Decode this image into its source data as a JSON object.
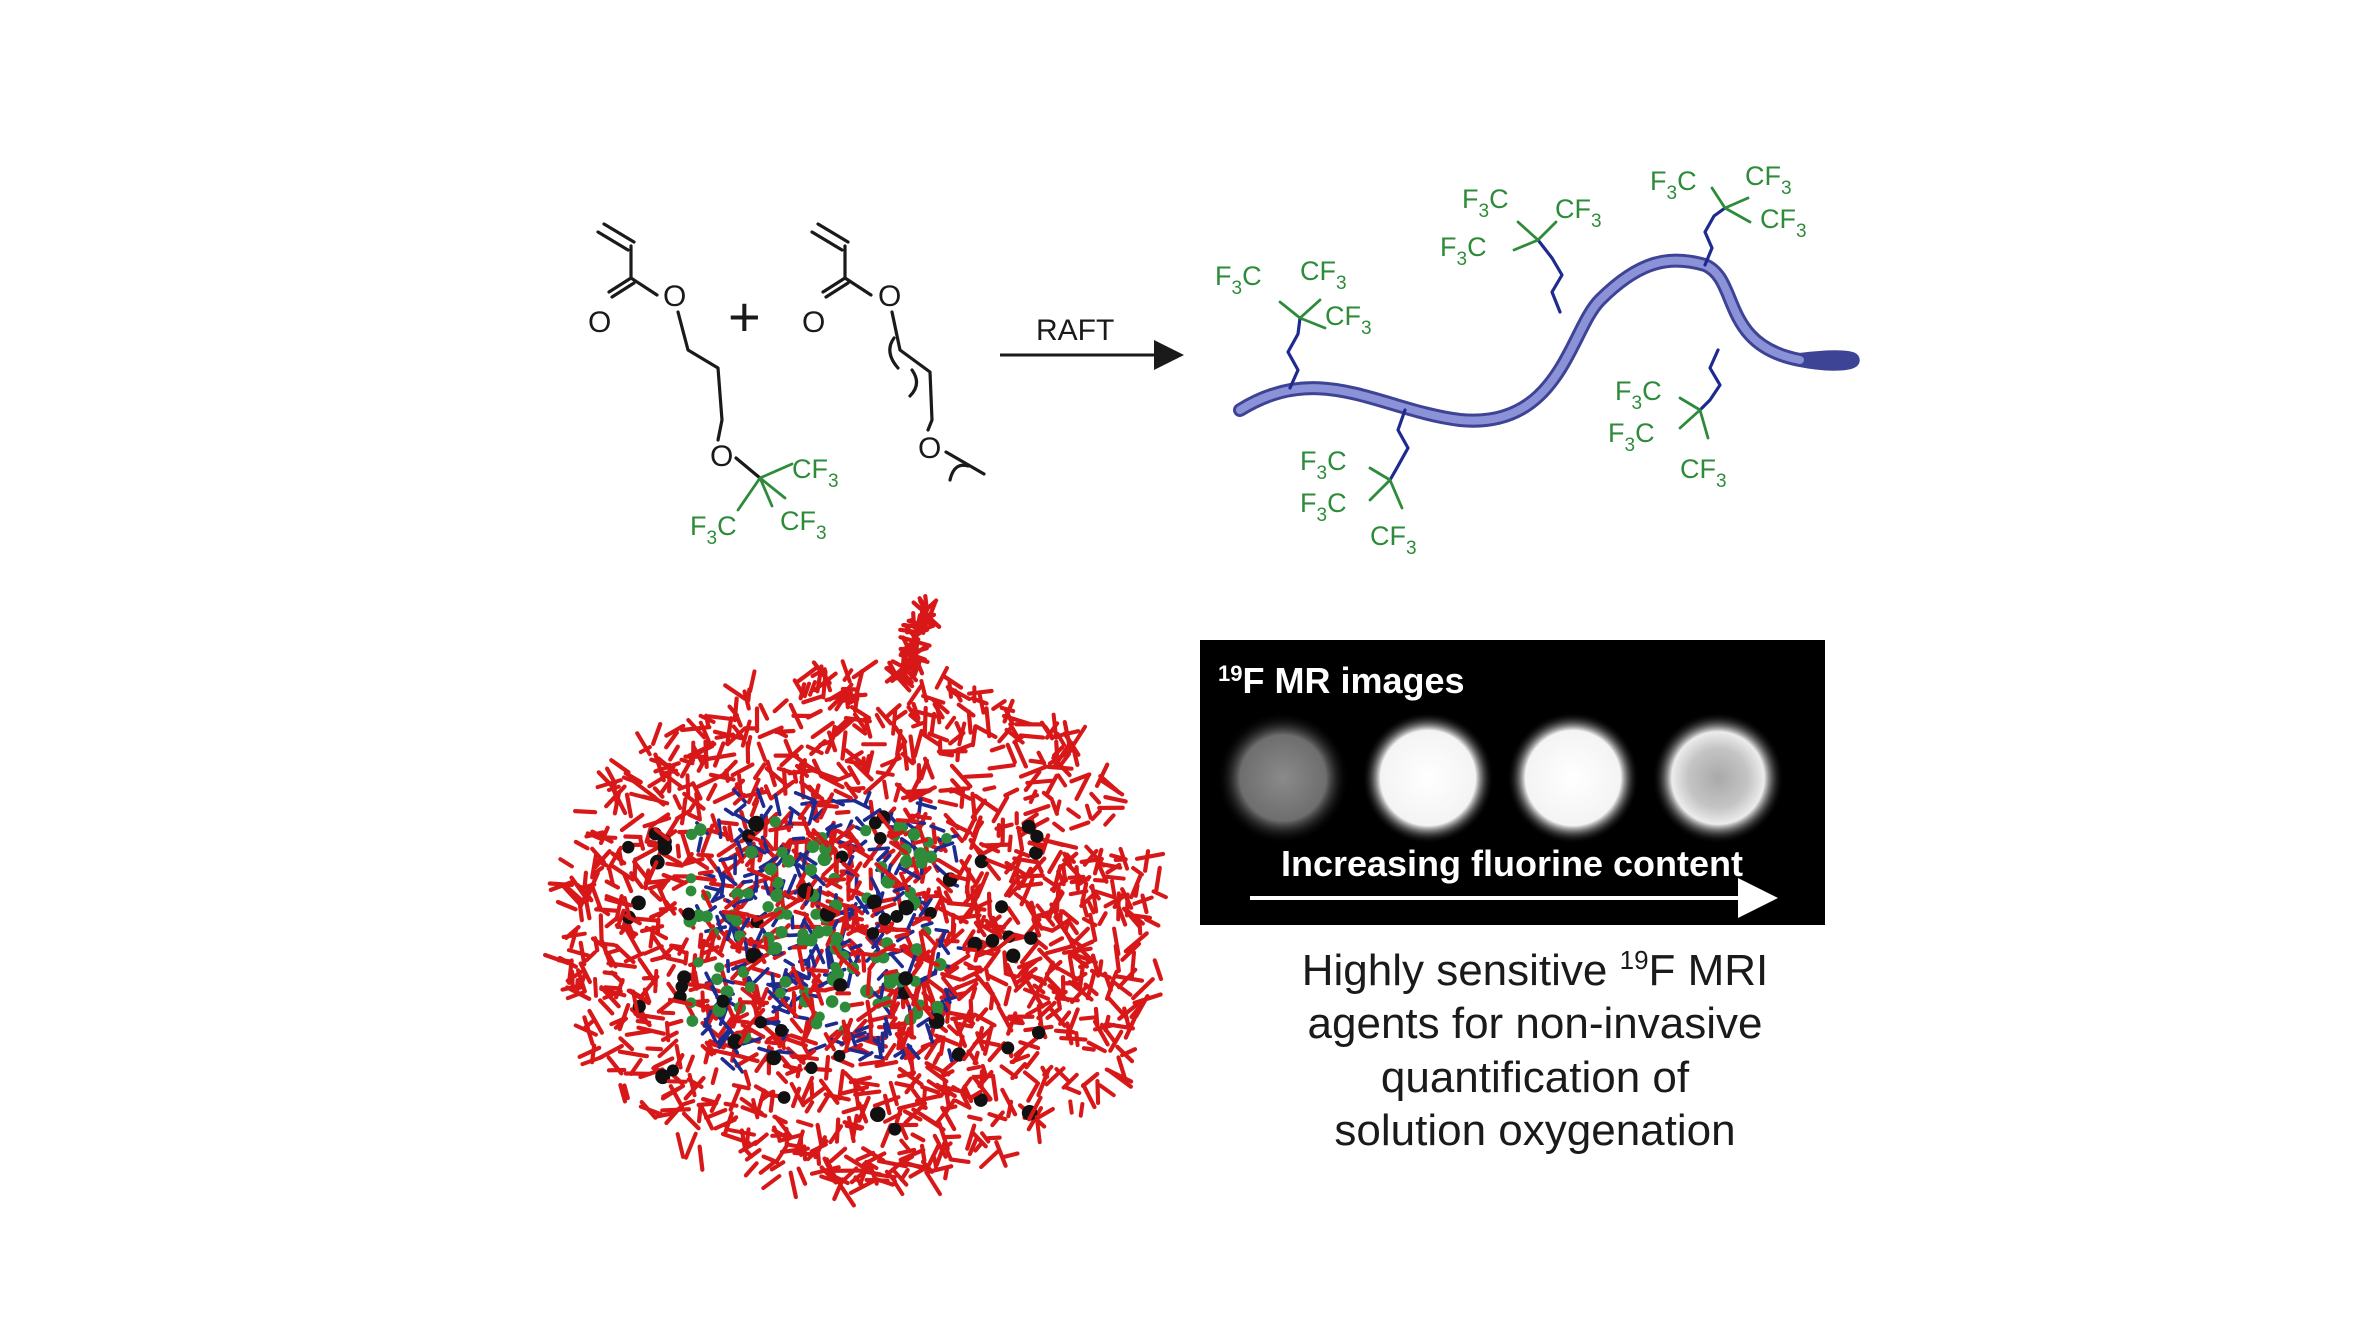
{
  "scheme": {
    "plus": "+",
    "reaction_label": "RAFT",
    "cf3": "CF",
    "f3c": "F",
    "c": "C",
    "sub3": "3",
    "o": "O"
  },
  "mri_panel": {
    "title_sup": "19",
    "title": "F MR images",
    "axis_label": "Increasing fluorine content",
    "spot_count": 4
  },
  "caption": {
    "line1_pre": "Highly sensitive ",
    "line1_sup": "19",
    "line1_post": "F MRI",
    "line2": "agents for non-invasive",
    "line3": "quantification of",
    "line4": "solution oxygenation"
  },
  "colors": {
    "fluorine_green": "#2e8b3a",
    "polymer_blue": "#6a70c0",
    "linker_blue": "#1d2a8f",
    "sim_red": "#d81818",
    "panel_black": "#000000"
  }
}
